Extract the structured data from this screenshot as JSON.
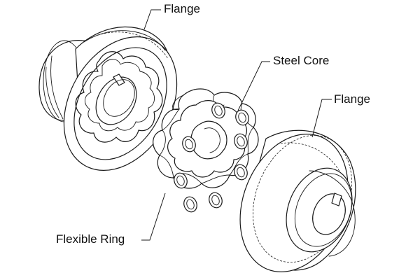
{
  "diagram": {
    "labels": {
      "flange_top": "Flange",
      "steel_core": "Steel Core",
      "flange_right": "Flange",
      "flexible_ring": "Flexible Ring"
    }
  },
  "colors": {
    "ink": "#1a1a1a",
    "background": "#ffffff"
  }
}
